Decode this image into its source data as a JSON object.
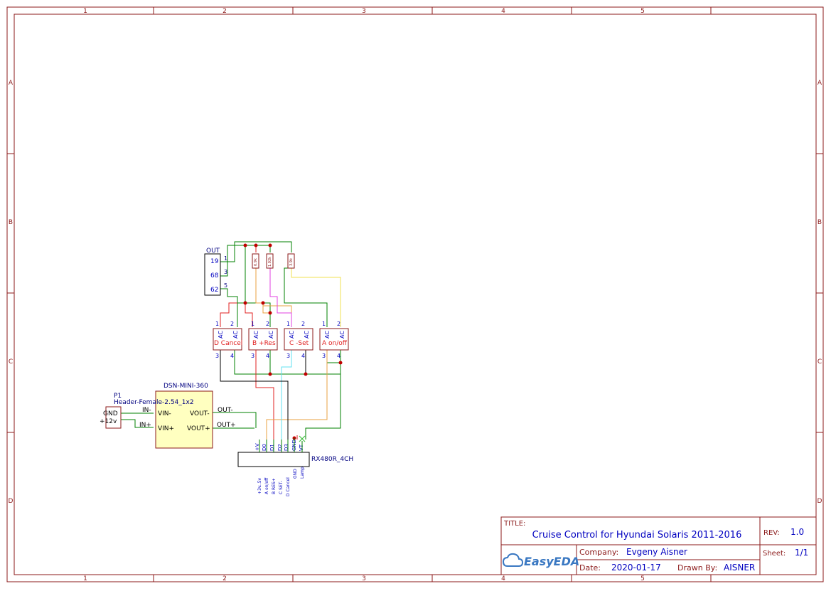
{
  "frame": {
    "col_labels": [
      "1",
      "2",
      "3",
      "4",
      "5"
    ],
    "row_labels": [
      "A",
      "B",
      "C",
      "D"
    ],
    "color": "#8b1a1a"
  },
  "title_block": {
    "title_label": "TITLE:",
    "title": "Cruise Control for Hyundai Solaris 2011-2016",
    "rev_label": "REV:",
    "rev": "1.0",
    "company_label": "Company:",
    "company": "Evgeny Aisner",
    "sheet_label": "Sheet:",
    "sheet": "1/1",
    "date_label": "Date:",
    "date": "2020-01-17",
    "drawn_label": "Drawn By:",
    "drawn_by": "AISNER",
    "logo_text": "EasyEDA"
  },
  "connector_out": {
    "name": "OUT",
    "pins": [
      {
        "value": "19",
        "num": "1"
      },
      {
        "value": "68",
        "num": "3"
      },
      {
        "value": "62",
        "num": "5"
      }
    ]
  },
  "resistors": [
    {
      "label": "0.9k"
    },
    {
      "label": "1.02k"
    },
    {
      "label": "3.9k"
    }
  ],
  "relays": [
    {
      "name": "D Cancel",
      "pin1": "1",
      "pin2": "2",
      "pin3": "3",
      "pin4": "4",
      "ac": "AC"
    },
    {
      "name": "B +Res",
      "pin1": "1",
      "pin2": "2",
      "pin3": "3",
      "pin4": "4",
      "ac": "AC"
    },
    {
      "name": "C -Set",
      "pin1": "1",
      "pin2": "2",
      "pin3": "3",
      "pin4": "4",
      "ac": "AC"
    },
    {
      "name": "A on/off",
      "pin1": "1",
      "pin2": "2",
      "pin3": "3",
      "pin4": "4",
      "ac": "AC"
    }
  ],
  "dsn": {
    "name": "DSN-MINI-360",
    "vin_minus": "VIN-",
    "vin_plus": "VIN+",
    "vout_minus": "VOUT-",
    "vout_plus": "VOUT+",
    "net_in_minus": "IN-",
    "net_in_plus": "IN+",
    "net_out_minus": "OUT-",
    "net_out_plus": "OUT+"
  },
  "p1": {
    "ref": "P1",
    "name": "Header-Female-2.54_1x2",
    "pin_gnd": "GND",
    "pin_12v": "+12v"
  },
  "rx": {
    "name": "RX480R_4CH",
    "top_pins": [
      "+V",
      "D0",
      "D1",
      "D2",
      "D3",
      "GND",
      "VT"
    ],
    "bottom_labels": [
      "+3v..5v",
      "A on/off",
      "B RES+",
      "C SET-",
      "D Cancel",
      "GND",
      "Lamp"
    ]
  },
  "colors": {
    "wire_green": "#008000",
    "wire_red": "#e02020",
    "wire_orange": "#e8a040",
    "wire_magenta": "#e040e0",
    "wire_yellow": "#f0e050",
    "wire_cyan": "#60e0f0",
    "wire_black": "#000000",
    "component_outline": "#8b1a1a",
    "component_fill": "#ffffc0",
    "label_blue": "#0000c0",
    "label_red": "#e02020",
    "junction": "#c00000"
  }
}
